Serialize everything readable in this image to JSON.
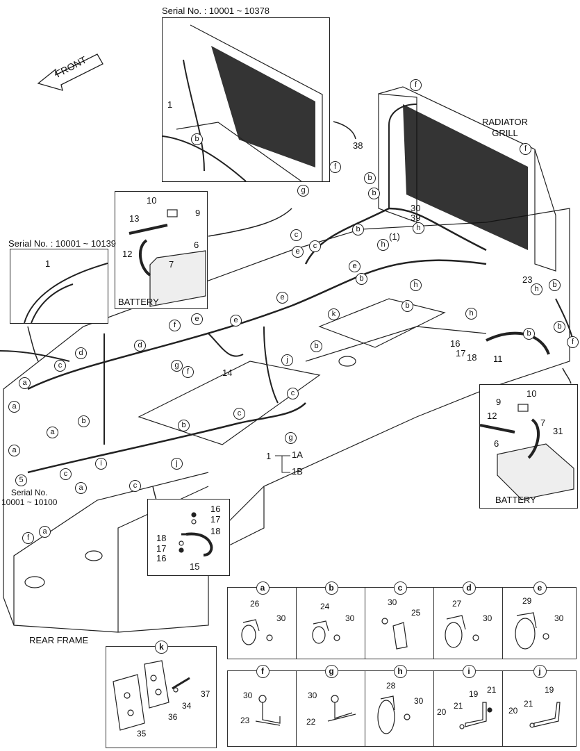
{
  "inset_top": {
    "serial": "Serial No. : 10001 ~ 10378",
    "callouts": [
      "1",
      "b"
    ]
  },
  "front_label": "FRONT",
  "radiator_label": "RADIATOR\nGRILL",
  "battery_inset_top": {
    "title": "BATTERY",
    "parts": [
      "10",
      "9",
      "13",
      "6",
      "7",
      "12"
    ]
  },
  "inset_left": {
    "serial": "Serial No. : 10001 ~ 10139",
    "part": "1"
  },
  "battery_inset_right": {
    "title": "BATTERY",
    "parts": [
      "10",
      "9",
      "12",
      "7",
      "6",
      "31"
    ]
  },
  "main_callouts": {
    "letters": [
      "f",
      "b",
      "g",
      "b",
      "c",
      "b",
      "c",
      "h",
      "e",
      "h",
      "e",
      "b",
      "h",
      "k",
      "b",
      "f",
      "e",
      "e",
      "d",
      "f",
      "g",
      "f",
      "e",
      "b",
      "j",
      "h",
      "h",
      "b",
      "b",
      "f",
      "c",
      "d",
      "a",
      "a",
      "c",
      "b",
      "a",
      "a",
      "g",
      "b",
      "c",
      "a",
      "i",
      "j",
      "a",
      "c",
      "f",
      "a"
    ],
    "numbers": [
      "38",
      "30",
      "39",
      "(1)",
      "23",
      "16",
      "17",
      "18",
      "11",
      "14",
      "1",
      "1A",
      "1B",
      "5"
    ]
  },
  "serial_small": "Serial No.\n10001 ~ 10100",
  "hose_inset": {
    "parts": [
      "16",
      "17",
      "18",
      "18",
      "17",
      "16",
      "15"
    ]
  },
  "rear_frame_label": "REAR FRAME",
  "inset_k": {
    "cap": "k",
    "parts": [
      "37",
      "34",
      "36",
      "35"
    ]
  },
  "grid": [
    {
      "cap": "a",
      "parts": [
        "26",
        "30"
      ]
    },
    {
      "cap": "b",
      "parts": [
        "24",
        "30"
      ]
    },
    {
      "cap": "c",
      "parts": [
        "30",
        "25"
      ]
    },
    {
      "cap": "d",
      "parts": [
        "27",
        "30"
      ]
    },
    {
      "cap": "e",
      "parts": [
        "29",
        "30"
      ]
    },
    {
      "cap": "f",
      "parts": [
        "30",
        "23"
      ]
    },
    {
      "cap": "g",
      "parts": [
        "30",
        "22"
      ]
    },
    {
      "cap": "h",
      "parts": [
        "28",
        "30"
      ]
    },
    {
      "cap": "i",
      "parts": [
        "19",
        "21",
        "20",
        "21"
      ]
    },
    {
      "cap": "j",
      "parts": [
        "19",
        "20",
        "21"
      ]
    }
  ]
}
